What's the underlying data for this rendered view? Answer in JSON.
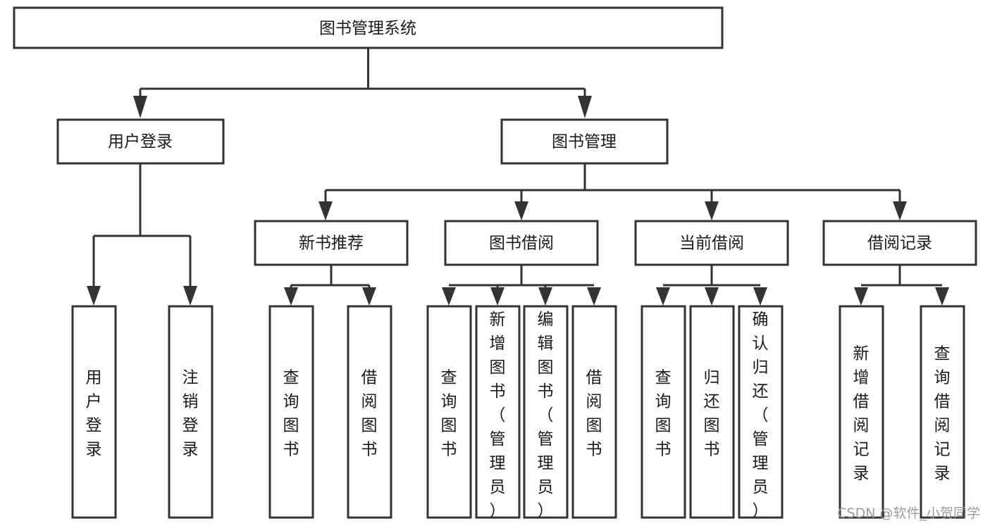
{
  "diagram": {
    "type": "tree-hierarchy-flowchart",
    "title": "图书管理系统",
    "watermark": "CSDN @软件_小贺同学",
    "colors": {
      "background": "#ffffff",
      "box_fill": "#ffffff",
      "box_stroke": "#333333",
      "text": "#1a1a1a",
      "watermark": "#9a9a9a"
    },
    "levels": {
      "level0": [
        {
          "id": "root",
          "label": "图书管理系统",
          "orientation": "horizontal"
        }
      ],
      "level1": [
        {
          "id": "user-login",
          "label": "用户登录",
          "orientation": "horizontal",
          "parent": "root"
        },
        {
          "id": "book-manage",
          "label": "图书管理",
          "orientation": "horizontal",
          "parent": "root"
        }
      ],
      "level2": [
        {
          "id": "new-book-recommend",
          "label": "新书推荐",
          "orientation": "horizontal",
          "parent": "book-manage"
        },
        {
          "id": "book-borrow",
          "label": "图书借阅",
          "orientation": "horizontal",
          "parent": "book-manage"
        },
        {
          "id": "current-borrow",
          "label": "当前借阅",
          "orientation": "horizontal",
          "parent": "book-manage"
        },
        {
          "id": "borrow-record",
          "label": "借阅记录",
          "orientation": "horizontal",
          "parent": "book-manage"
        }
      ],
      "level3": [
        {
          "id": "leaf-user-login",
          "label": "用户登录",
          "orientation": "vertical",
          "parent": "user-login"
        },
        {
          "id": "leaf-logout-login",
          "label": "注销登录",
          "orientation": "vertical",
          "parent": "user-login"
        },
        {
          "id": "leaf-query-book-1",
          "label": "查询图书",
          "orientation": "vertical",
          "parent": "new-book-recommend"
        },
        {
          "id": "leaf-borrow-book-1",
          "label": "借阅图书",
          "orientation": "vertical",
          "parent": "new-book-recommend"
        },
        {
          "id": "leaf-query-book-2",
          "label": "查询图书",
          "orientation": "vertical",
          "parent": "book-borrow"
        },
        {
          "id": "leaf-add-book",
          "label": "新增图书（管理员）",
          "orientation": "vertical",
          "parent": "book-borrow"
        },
        {
          "id": "leaf-edit-book",
          "label": "编辑图书（管理员）",
          "orientation": "vertical",
          "parent": "book-borrow"
        },
        {
          "id": "leaf-borrow-book-2",
          "label": "借阅图书",
          "orientation": "vertical",
          "parent": "book-borrow"
        },
        {
          "id": "leaf-query-book-3",
          "label": "查询图书",
          "orientation": "vertical",
          "parent": "current-borrow"
        },
        {
          "id": "leaf-return-book",
          "label": "归还图书",
          "orientation": "vertical",
          "parent": "current-borrow"
        },
        {
          "id": "leaf-confirm-return",
          "label": "确认归还（管理员）",
          "orientation": "vertical",
          "parent": "current-borrow"
        },
        {
          "id": "leaf-add-record",
          "label": "新增借阅记录",
          "orientation": "vertical",
          "parent": "borrow-record"
        },
        {
          "id": "leaf-query-record",
          "label": "查询借阅记录",
          "orientation": "vertical",
          "parent": "borrow-record"
        }
      ]
    }
  }
}
